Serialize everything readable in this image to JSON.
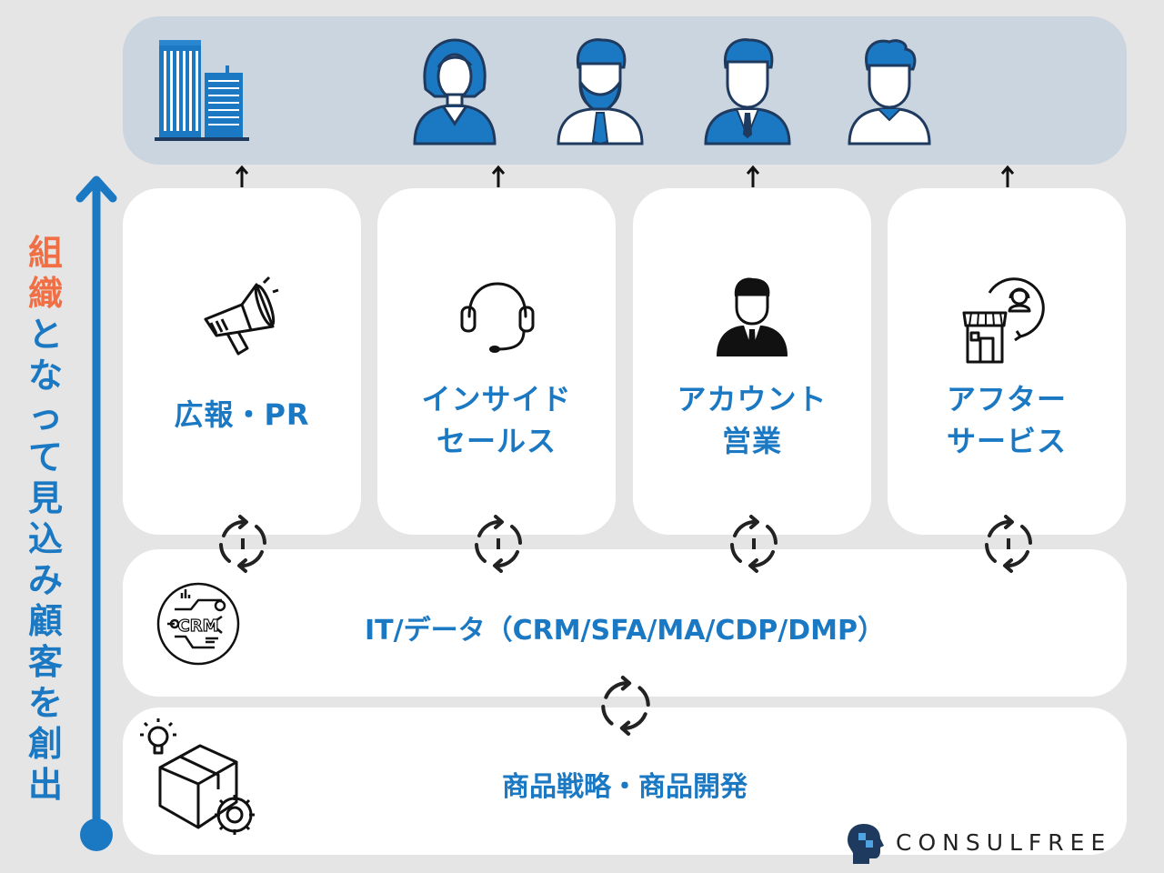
{
  "title_vertical": {
    "accent": "組織",
    "rest": "となって見込み顧客を創出"
  },
  "functions": [
    {
      "label_line1": "広報・PR",
      "label_line2": "",
      "icon": "megaphone-icon"
    },
    {
      "label_line1": "インサイド",
      "label_line2": "セールス",
      "icon": "headset-icon"
    },
    {
      "label_line1": "アカウント",
      "label_line2": "営業",
      "icon": "businessman-icon"
    },
    {
      "label_line1": "アフター",
      "label_line2": "サービス",
      "icon": "store-support-icon"
    }
  ],
  "it_layer": {
    "label": "IT/データ（CRM/SFA/MA/CDP/DMP）",
    "icon": "crm-icon",
    "icon_text": "CRM"
  },
  "product_layer": {
    "label": "商品戦略・商品開発",
    "icon": "product-box-icon"
  },
  "customers": [
    "building-icon",
    "woman-icon",
    "bearded-man-icon",
    "suited-man-icon",
    "young-man-icon"
  ],
  "brand": {
    "name": "CONSULFREE"
  },
  "colors": {
    "accent_blue": "#1b78c2",
    "accent_orange": "#f06f45",
    "band_gray": "#cbd5df",
    "background": "#e5e5e5"
  }
}
